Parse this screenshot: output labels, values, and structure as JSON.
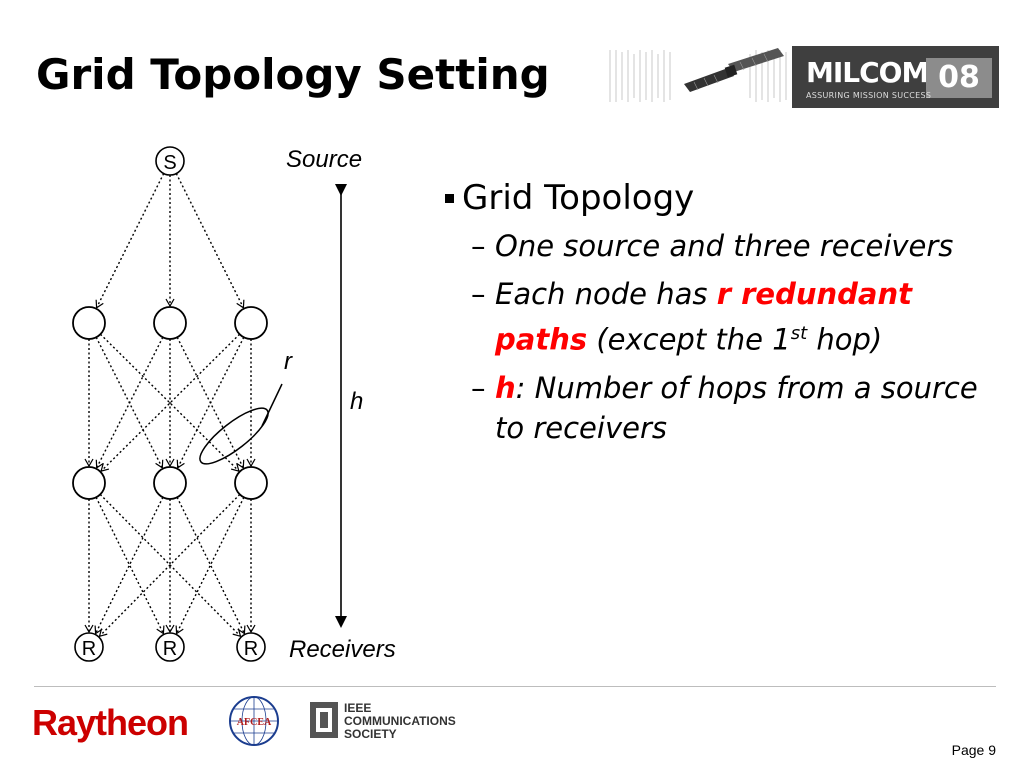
{
  "slide": {
    "title": "Grid Topology Setting",
    "page": "Page 9"
  },
  "header": {
    "conference": "MILCOM:",
    "year": "08",
    "tagline": "ASSURING MISSION SUCCESS"
  },
  "diagram": {
    "source_node": "S",
    "receiver_nodes": [
      "R",
      "R",
      "R"
    ],
    "source_label": "Source",
    "receivers_label": "Receivers",
    "r_label": "r",
    "h_label": "h"
  },
  "content": {
    "main_bullet": "Grid Topology",
    "sub1": "One source and three receivers",
    "sub2_pre": "Each node has ",
    "sub2_red": "r redundant paths",
    "sub2_post": " (except the 1",
    "sub2_sup": "st",
    "sub2_end": " hop)",
    "sub3_red": "h",
    "sub3_post": ": Number of hops from a source to receivers",
    "dash": "–"
  },
  "footer": {
    "raytheon": "Raytheon",
    "afcea": "AFCEA",
    "ieee_lines": [
      "IEEE",
      "COMMUNICATIONS",
      "SOCIETY"
    ]
  },
  "colors": {
    "accent_red": "#ff0000",
    "raytheon_red": "#cc0000",
    "milcom_bg": "#3f3f3f"
  }
}
